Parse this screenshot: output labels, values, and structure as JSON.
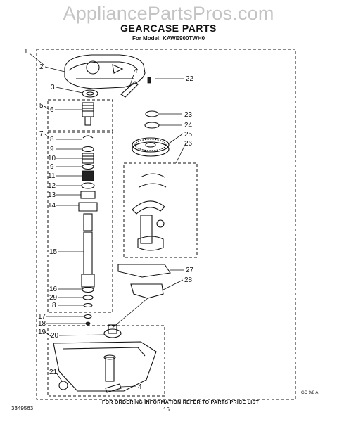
{
  "watermark": "AppliancePartsPros.com",
  "title": "GEARCASE PARTS",
  "model_line": "For Model: KAWE900TWH0",
  "footer": {
    "left_code": "3349563",
    "note": "FOR ORDERING INFORMATION REFER TO PARTS PRICE LIST",
    "page": "16",
    "corner_code": "GC 9/8 A"
  },
  "callouts": {
    "c1": "1",
    "c2": "2",
    "c3": "3",
    "c4a": "4",
    "c5": "5",
    "c6": "6",
    "c7": "7",
    "c8a": "8",
    "c9a": "9",
    "c10": "10",
    "c9b": "9",
    "c11": "11",
    "c12": "12",
    "c13": "13",
    "c14": "14",
    "c15": "15",
    "c16": "16",
    "c29": "29",
    "c8b": "8",
    "c17": "17",
    "c18": "18",
    "c19": "19",
    "c20": "20",
    "c21": "21",
    "c4b": "4",
    "c22": "22",
    "c23": "23",
    "c24": "24",
    "c25": "25",
    "c26": "26",
    "c27": "27",
    "c28": "28"
  }
}
